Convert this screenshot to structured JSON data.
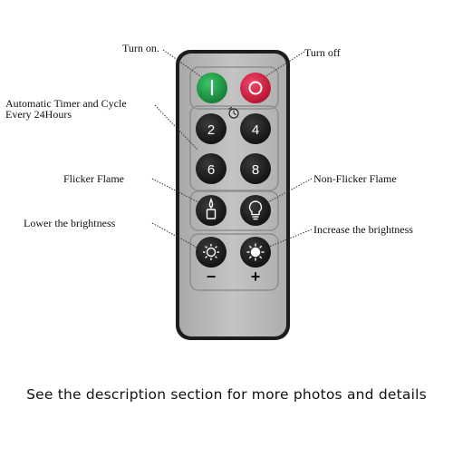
{
  "labels": {
    "turn_on": "Turn on.",
    "turn_off": "Turn off",
    "timer_line1": "Automatic Timer and Cycle",
    "timer_line2": "Every 24Hours",
    "flicker": "Flicker Flame",
    "non_flicker": "Non-Flicker Flame",
    "lower": "Lower the brightness",
    "increase": "Increase the brightness"
  },
  "remote": {
    "buttons": {
      "timer_2": "2",
      "timer_4": "4",
      "timer_6": "6",
      "timer_8": "8",
      "minus": "−",
      "plus": "+"
    },
    "icons": {
      "on": "power-on-icon",
      "off": "power-off-icon",
      "timer": "timer-icon",
      "flicker": "candle-icon",
      "non_flicker": "bulb-icon",
      "dim": "sun-outline-icon",
      "bright": "sun-filled-icon"
    }
  },
  "caption": "See the description section for more photos and details",
  "colors": {
    "remote_body": "#bdbdbd",
    "remote_border": "#2a2a2a",
    "on_button": "#1f9a45",
    "off_button": "#d8264a",
    "key": "#1c1c1c"
  }
}
